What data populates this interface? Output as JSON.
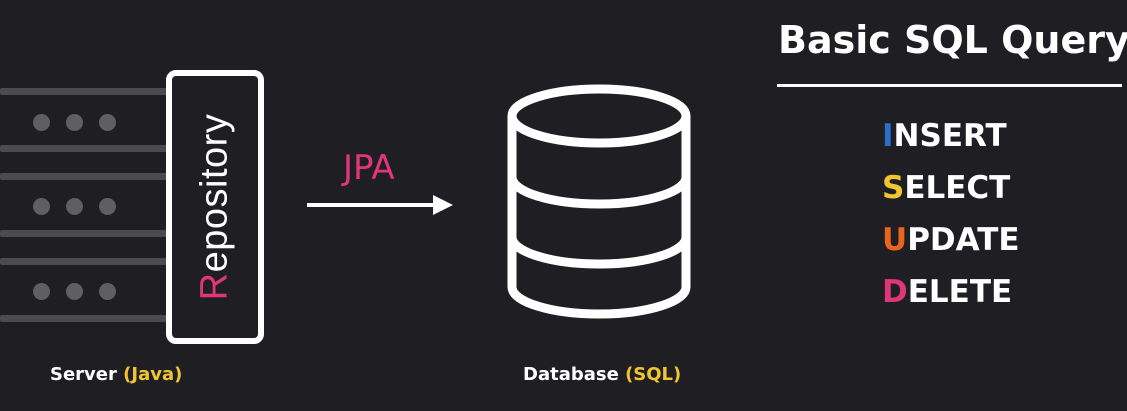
{
  "server": {
    "repository_first_letter": "R",
    "repository_rest": "epository",
    "caption_prefix": "Server ",
    "caption_paren": "(Java)"
  },
  "arrow": {
    "label": "JPA"
  },
  "database": {
    "caption_prefix": "Database ",
    "caption_paren": "(SQL)"
  },
  "panel": {
    "title": "Basic SQL Query",
    "queries": [
      {
        "first": "I",
        "rest": "NSERT",
        "color": "#2b6fc7"
      },
      {
        "first": "S",
        "rest": "ELECT",
        "color": "#f0c531"
      },
      {
        "first": "U",
        "rest": "PDATE",
        "color": "#e8641f"
      },
      {
        "first": "D",
        "rest": "ELETE",
        "color": "#e0357a"
      }
    ]
  },
  "colors": {
    "background": "#1f1f23",
    "accent_pink": "#e0357a",
    "accent_yellow": "#f0c531",
    "rack_gray": "#4a4a4f"
  }
}
